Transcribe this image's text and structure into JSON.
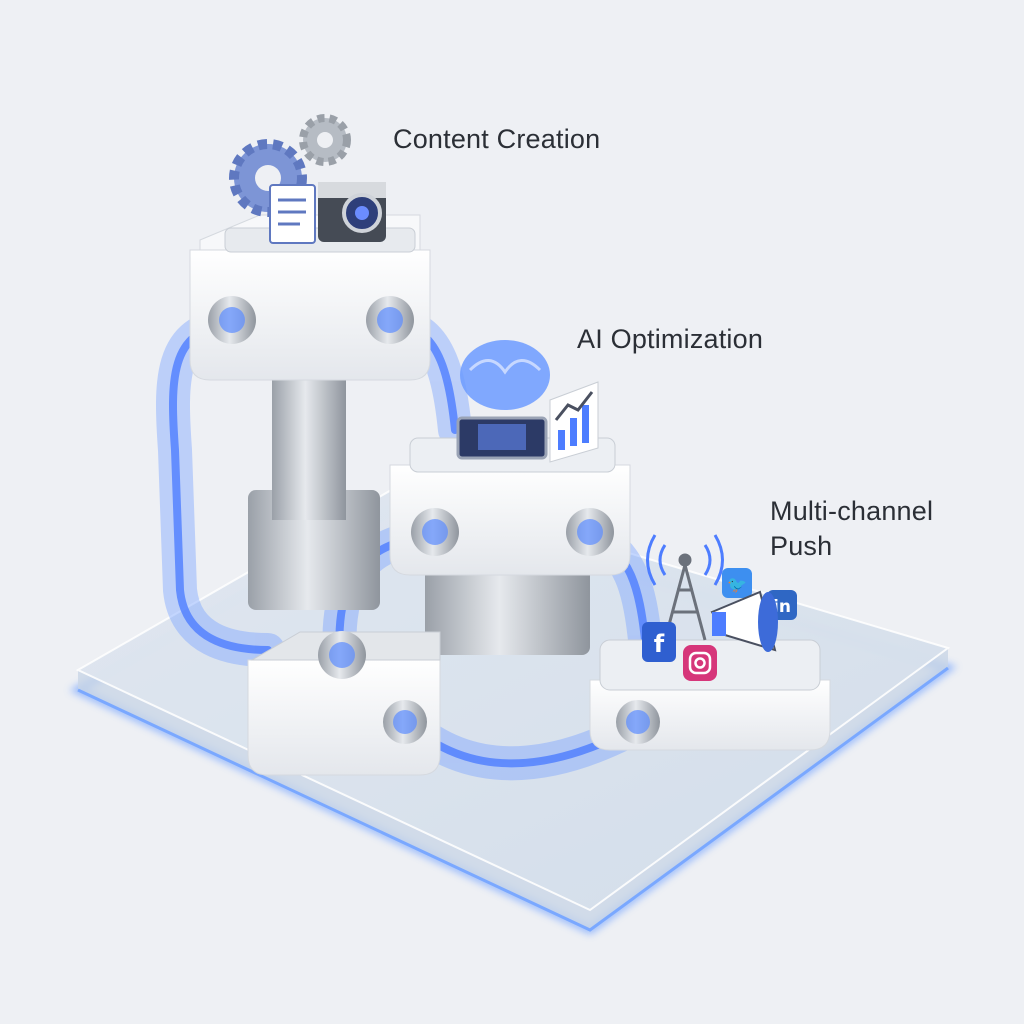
{
  "labels": {
    "content_creation": "Content Creation",
    "ai_optimization": "AI Optimization",
    "multichannel_line1": "Multi-channel",
    "multichannel_line2": "Push"
  },
  "icons": {
    "content_creation": [
      "gear-icon",
      "document-icon",
      "camera-icon"
    ],
    "ai_optimization": [
      "brain-icon",
      "chip-icon",
      "bar-chart-icon"
    ],
    "multichannel_push": [
      "broadcast-tower-icon",
      "twitter-icon",
      "linkedin-icon",
      "facebook-icon",
      "instagram-icon",
      "megaphone-icon"
    ]
  },
  "colors": {
    "background": "#eef0f4",
    "pipe_glow": "#5b8cff",
    "block": "#f4f6f9",
    "metal": "#b9bec6",
    "text": "#2b2f36"
  }
}
